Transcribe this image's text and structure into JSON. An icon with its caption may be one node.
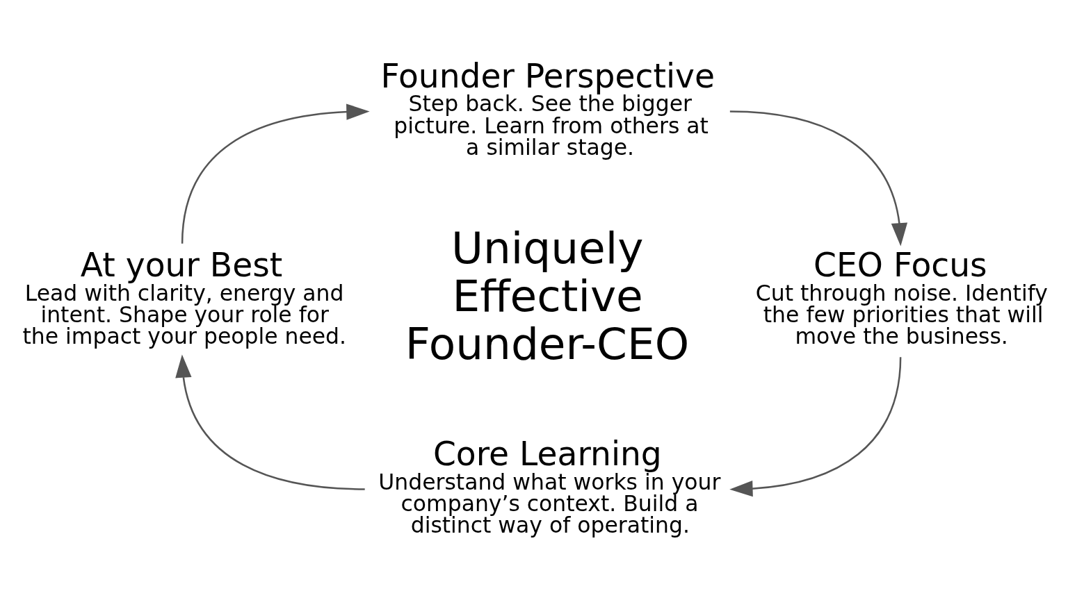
{
  "diagram": {
    "nodes": [
      {
        "text": [
          "Founder Perspective",
          "Step back. See the bigger picture. Learn from others at a similar stage."
        ]
      },
      {
        "text": [
          "CEO Focus",
          "Cut through noise. Identify the few priorities that will move the business."
        ]
      },
      {
        "text": [
          "Core Learning",
          "Understand what works in your company’s context. Build a distinct way of operating."
        ]
      },
      {
        "text": [
          "At your Best",
          "Lead with clarity, energy and intent. Shape your role for the impact your people need."
        ]
      }
    ],
    "edges": [
      {
        "from": 0,
        "to": 1,
        "arrow": "to"
      },
      {
        "from": 1,
        "to": 2,
        "arrow": "to"
      },
      {
        "from": 2,
        "to": 3,
        "arrow": "to"
      },
      {
        "from": 3,
        "to": 0,
        "arrow": "to"
      }
    ],
    "labels": [
      "Uniquely Effective Founder-CEO"
    ]
  }
}
